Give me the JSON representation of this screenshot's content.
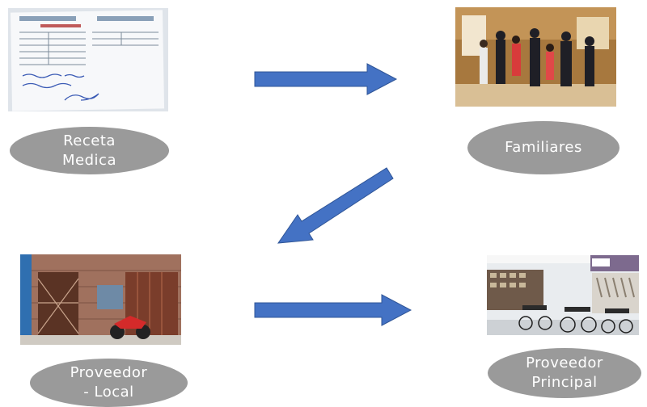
{
  "nodes": {
    "receta": {
      "line1": "Receta",
      "line2": "Medica"
    },
    "familiares": {
      "line1": "Familiares"
    },
    "local": {
      "line1": "Proveedor",
      "line2": "- Local"
    },
    "principal": {
      "line1": "Proveedor",
      "line2": "Principal"
    }
  },
  "images": {
    "receta": "prescription-photo",
    "familiares": "family-crowd-photo",
    "local": "local-shop-photo",
    "principal": "main-store-photo"
  },
  "colors": {
    "arrow": "#4472c4",
    "arrow_border": "#2f5597",
    "oval": "#9a9a9a",
    "oval_text": "#ffffff"
  }
}
